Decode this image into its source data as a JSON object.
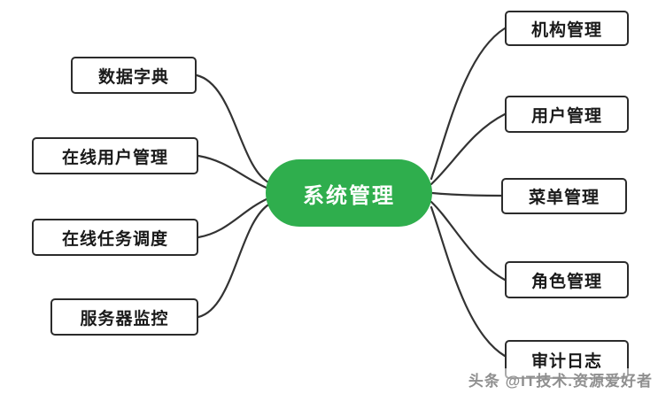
{
  "diagram": {
    "center": {
      "label": "系统管理",
      "bg_color": "#2fae4d",
      "text_color": "#ffffff"
    },
    "left_nodes": [
      {
        "label": "数据字典"
      },
      {
        "label": "在线用户管理"
      },
      {
        "label": "在线任务调度"
      },
      {
        "label": "服务器监控"
      }
    ],
    "right_nodes": [
      {
        "label": "机构管理"
      },
      {
        "label": "用户管理"
      },
      {
        "label": "菜单管理"
      },
      {
        "label": "角色管理"
      },
      {
        "label": "审计日志"
      }
    ],
    "line_color": "#333333",
    "watermark": "头条 @IT技术.资源爱好者"
  }
}
